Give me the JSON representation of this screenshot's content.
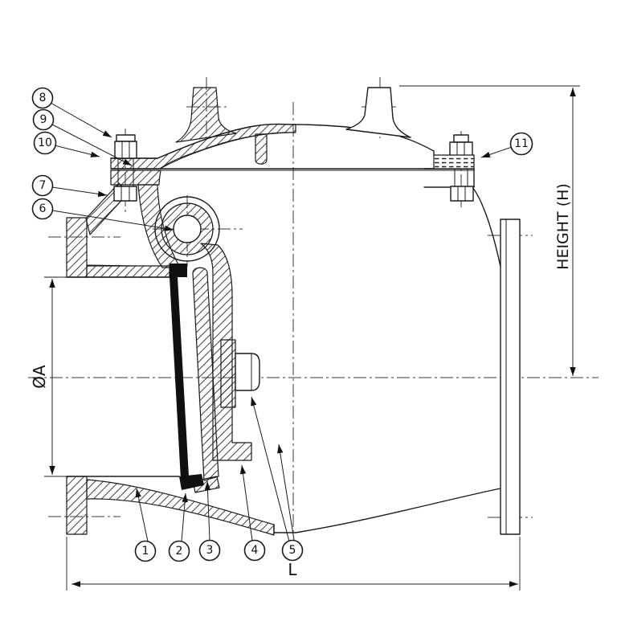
{
  "balloons": [
    {
      "label": "1"
    },
    {
      "label": "2"
    },
    {
      "label": "3"
    },
    {
      "label": "4"
    },
    {
      "label": "5"
    },
    {
      "label": "6"
    },
    {
      "label": "7"
    },
    {
      "label": "8"
    },
    {
      "label": "9"
    },
    {
      "label": "10"
    },
    {
      "label": "11"
    }
  ],
  "dimension_labels": {
    "diameter": "ØA",
    "height": "HEIGHT (H)",
    "length": "L"
  },
  "colors": {
    "line": "#1b1b1b",
    "seat": "#101010",
    "background": "#ffffff"
  }
}
